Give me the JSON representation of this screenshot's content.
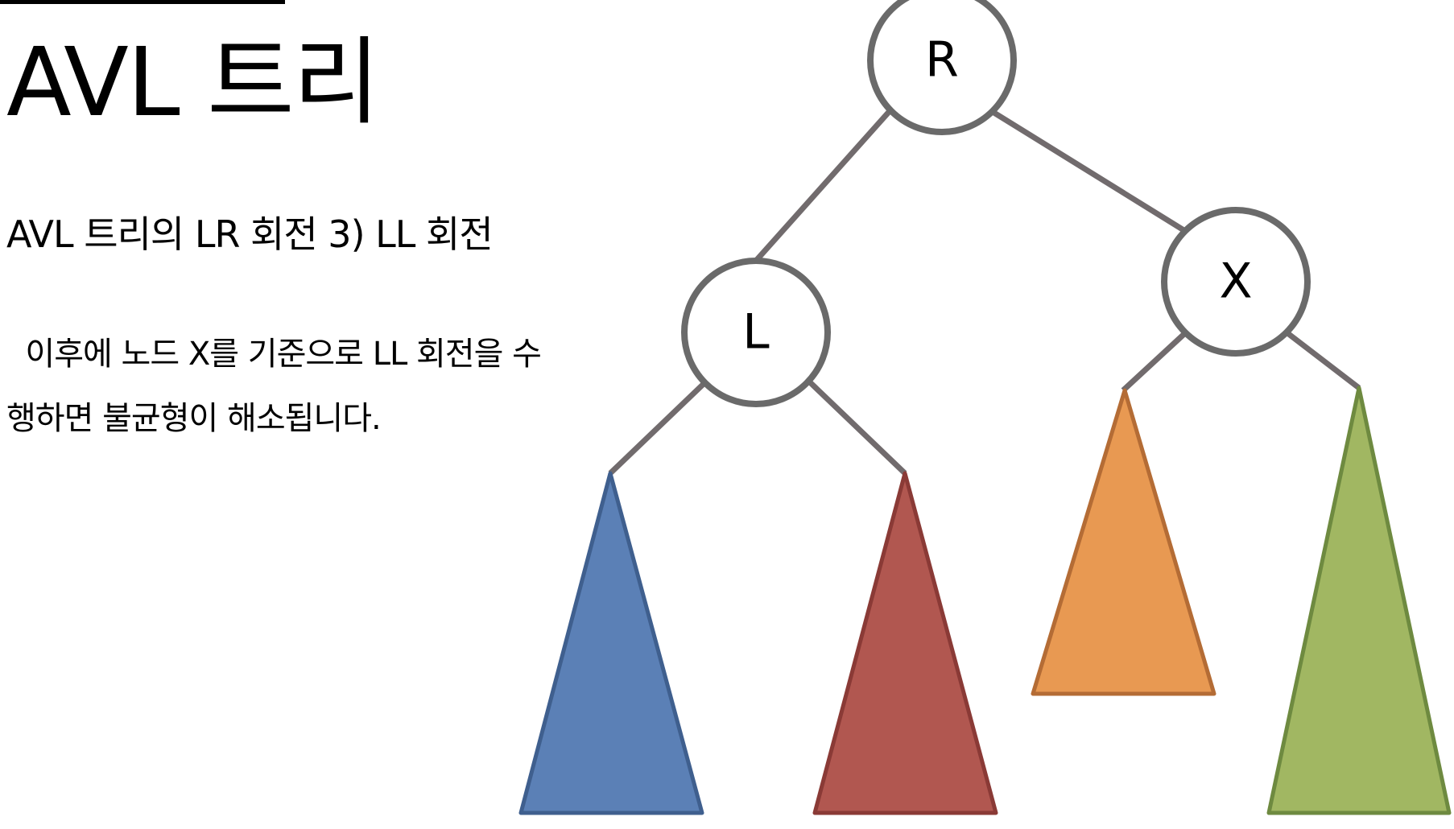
{
  "slide": {
    "title": "AVL 트리",
    "subtitle": "AVL 트리의 LR 회전 3) LL 회전",
    "body_lines": [
      "  이후에 노드 X를 기준으로 LL 회전을 수",
      "행하면 불균형이 해소됩니다."
    ]
  },
  "diagram": {
    "nodes": [
      {
        "id": "R",
        "label": "R"
      },
      {
        "id": "L",
        "label": "L"
      },
      {
        "id": "X",
        "label": "X"
      }
    ],
    "subtrees": [
      {
        "parent": "L",
        "side": "left",
        "fill": "#5B80B6",
        "stroke": "#3F5F8E"
      },
      {
        "parent": "L",
        "side": "right",
        "fill": "#B15750",
        "stroke": "#8A3A36"
      },
      {
        "parent": "X",
        "side": "left",
        "fill": "#E89952",
        "stroke": "#B46C35"
      },
      {
        "parent": "X",
        "side": "right",
        "fill": "#A1B762",
        "stroke": "#6E8A40"
      }
    ],
    "colors": {
      "edge": "#716B6D",
      "node_stroke": "#6A6A6A",
      "node_fill": "#FFFFFF"
    }
  }
}
